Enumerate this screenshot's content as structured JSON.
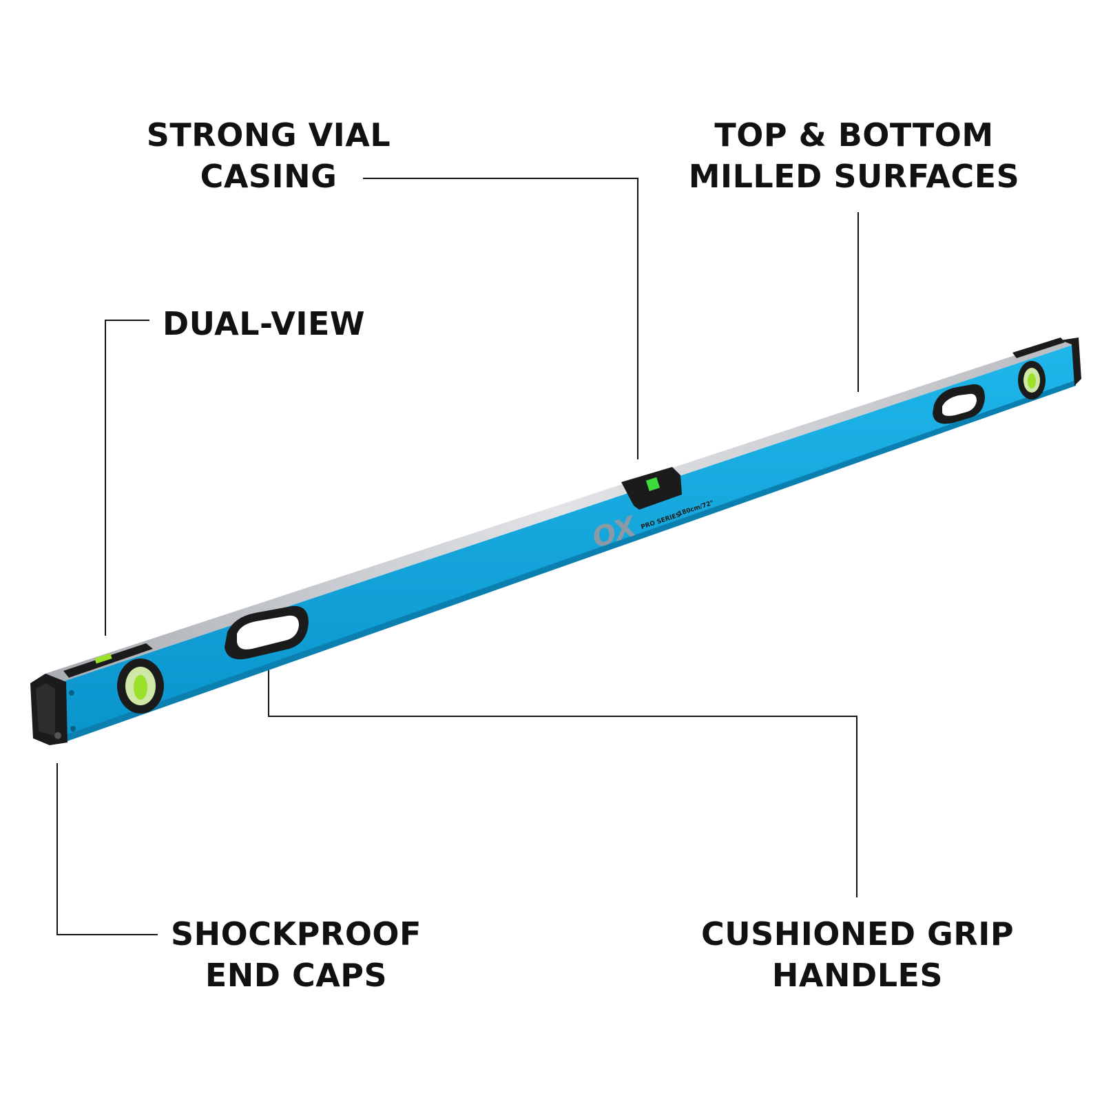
{
  "callouts": {
    "strong_vial": {
      "line1": "STRONG VIAL",
      "line2": "CASING"
    },
    "milled": {
      "line1": "TOP & BOTTOM",
      "line2": "MILLED SURFACES"
    },
    "dual_view": {
      "line1": "DUAL-VIEW"
    },
    "end_caps": {
      "line1": "SHOCKPROOF",
      "line2": "END CAPS"
    },
    "grip": {
      "line1": "CUSHIONED GRIP",
      "line2": "HANDLES"
    }
  },
  "level": {
    "brand": "OX",
    "series": "PRO SERIES",
    "size": "180cm/72\""
  },
  "colors": {
    "body_blue": "#12a6dc",
    "body_blue_dark": "#0a86b8",
    "top_silver": "#c9ccd0",
    "cap_black": "#1b1b1b",
    "vial_green": "#9be02a",
    "text": "#111111",
    "line": "#111111"
  }
}
